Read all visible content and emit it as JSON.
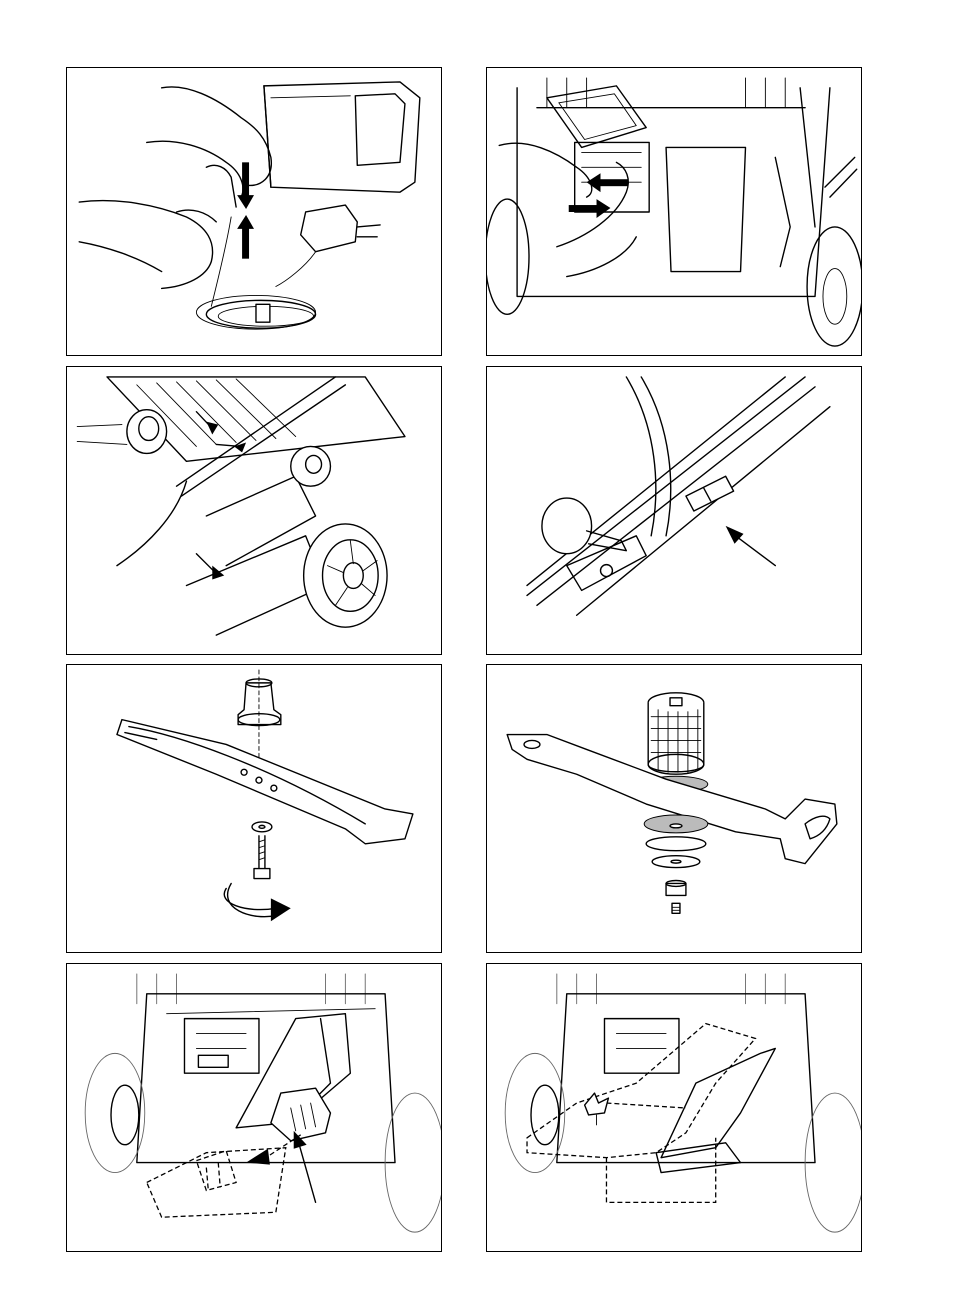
{
  "page": {
    "panels": [
      {
        "id": "fig-1",
        "subject": "battery-charger-connection"
      },
      {
        "id": "fig-2",
        "subject": "battery-plug-disconnect"
      },
      {
        "id": "fig-3",
        "subject": "handle-fastening-points"
      },
      {
        "id": "fig-4",
        "subject": "cable-clip-on-handle"
      },
      {
        "id": "fig-5",
        "subject": "blade-with-adapter-and-bolt"
      },
      {
        "id": "fig-6",
        "subject": "blade-with-fan-adapter-assembly"
      },
      {
        "id": "fig-7",
        "subject": "mulching-plug-removal"
      },
      {
        "id": "fig-8",
        "subject": "mulching-plate-insert"
      }
    ]
  },
  "colors": {
    "line": "#000000",
    "background": "#ffffff"
  }
}
